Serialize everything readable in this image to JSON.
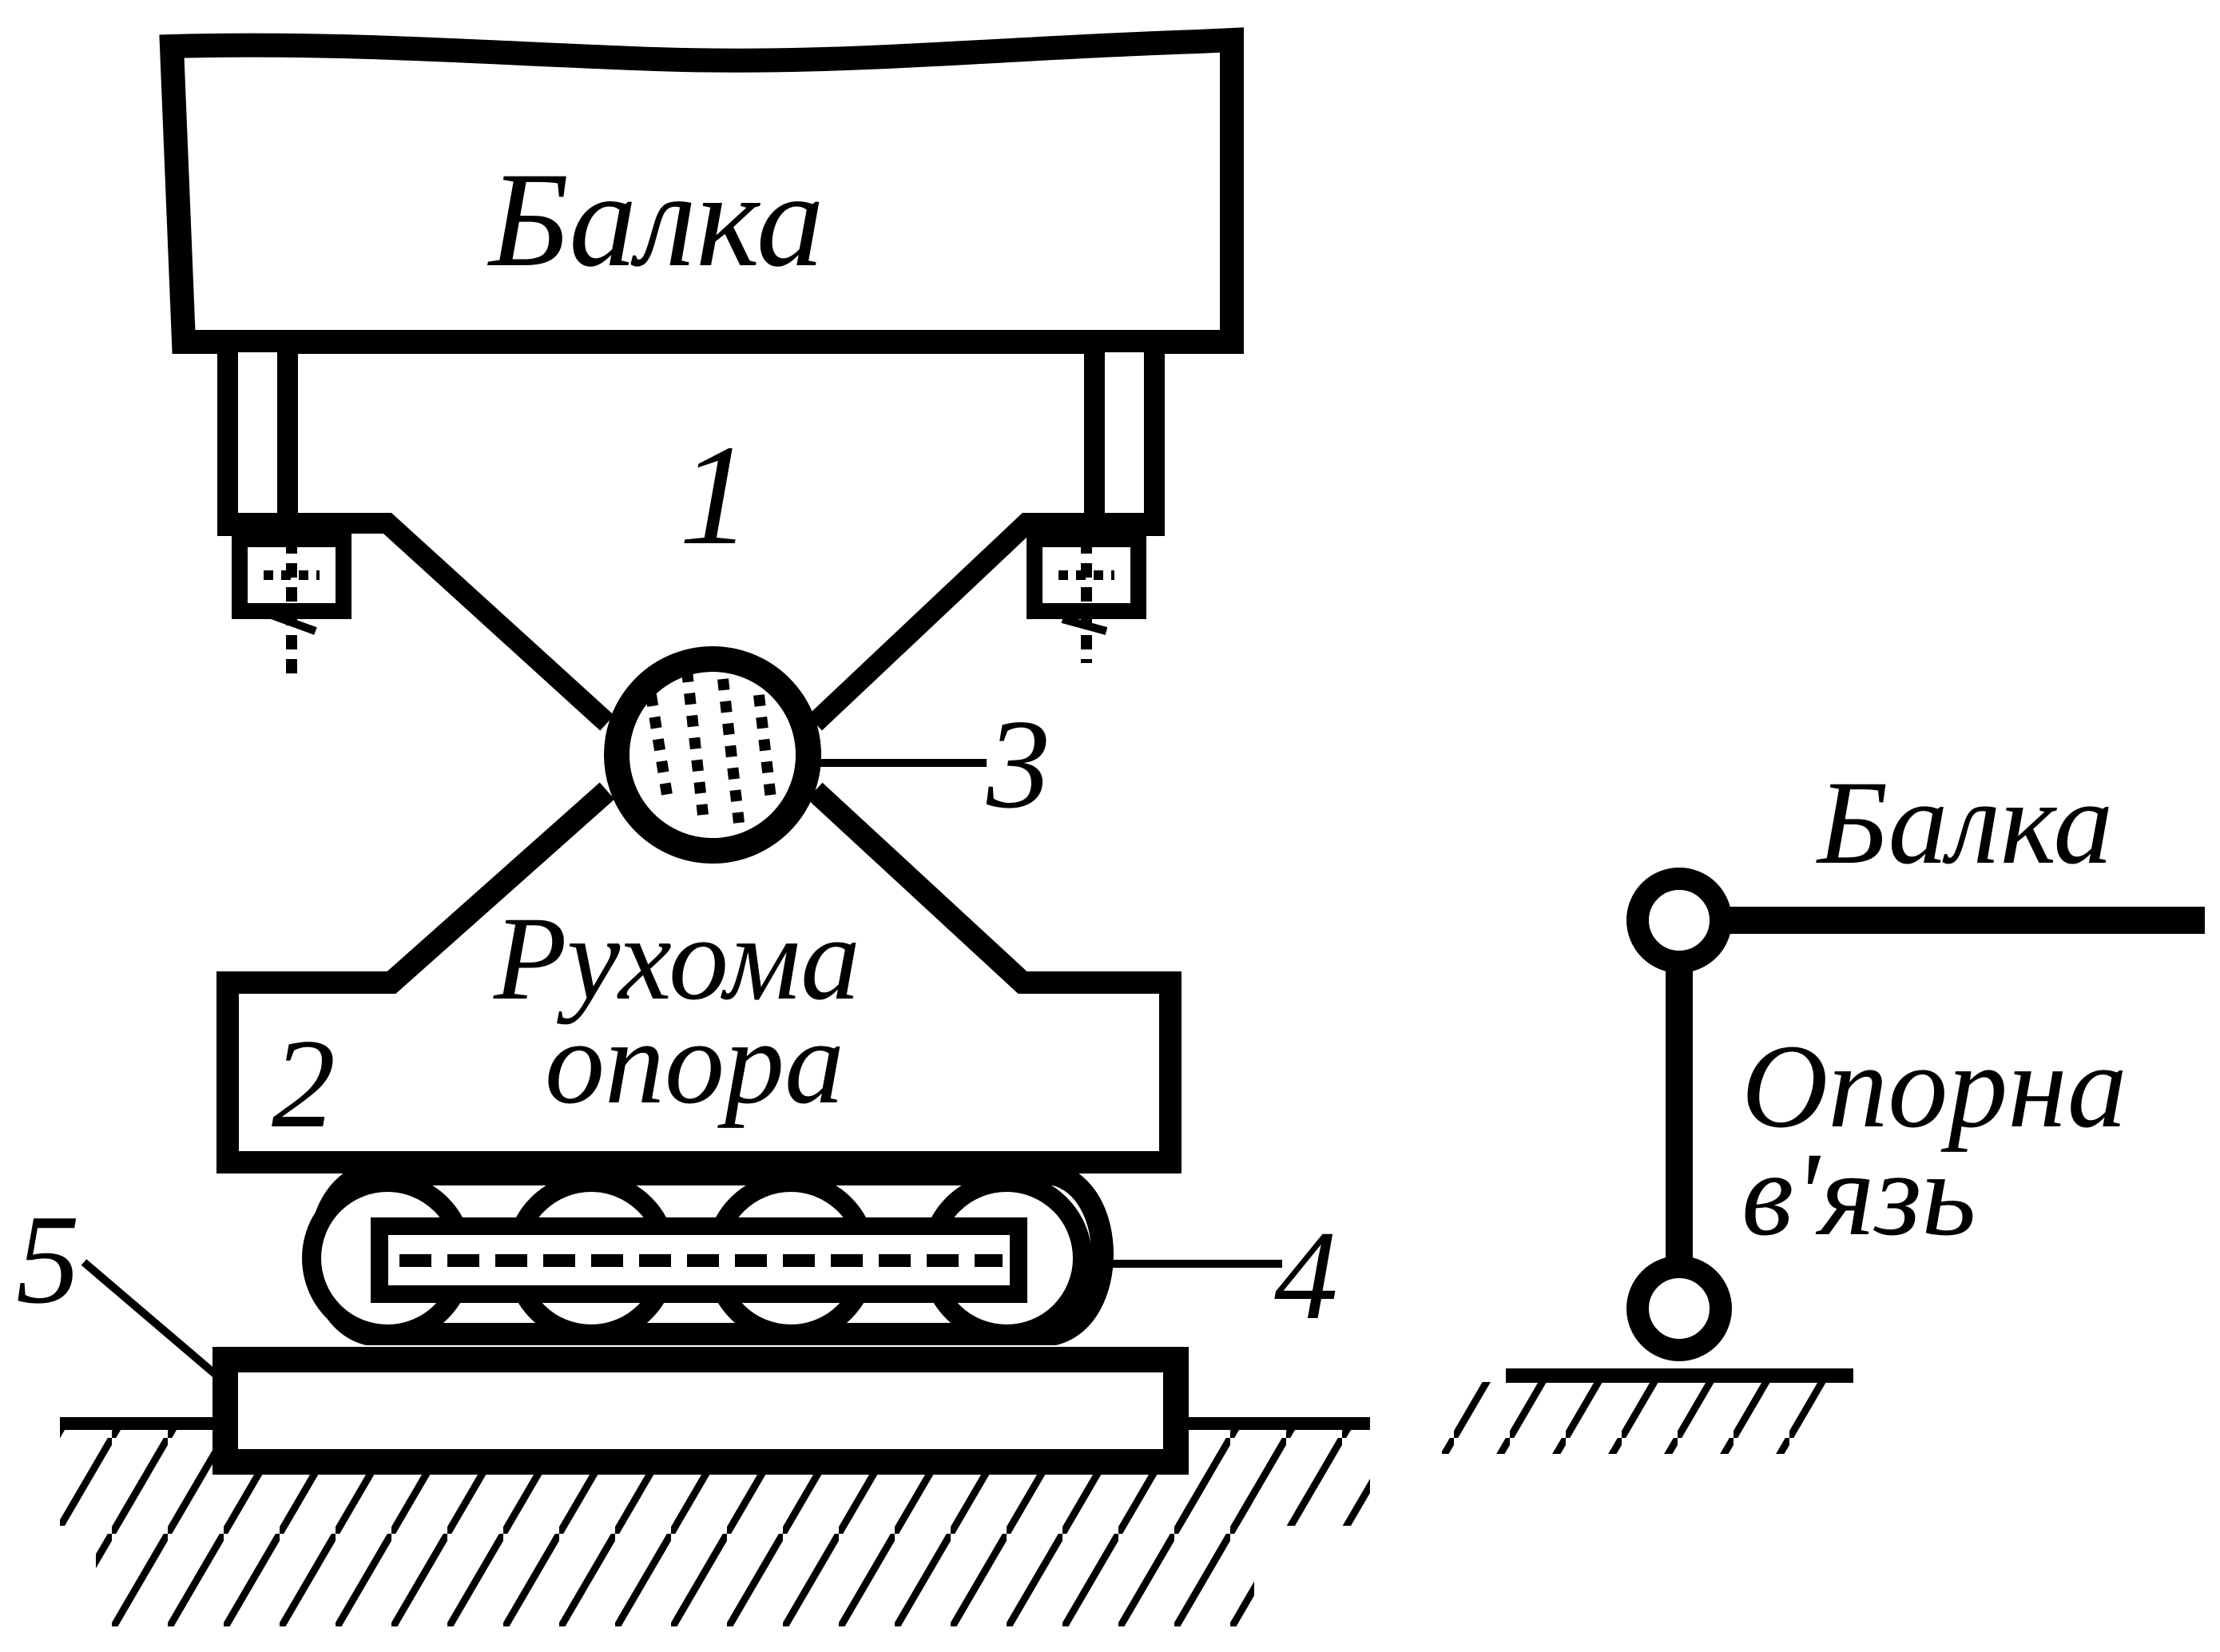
{
  "labels": {
    "beam": "Балка",
    "number_1": "1",
    "number_2": "2",
    "number_3": "3",
    "number_4": "4",
    "number_5": "5",
    "movable_support_line1": "Рухома",
    "movable_support_line2": "опора",
    "schematic_beam": "Балка",
    "support_link_line1": "Опорна",
    "support_link_line2": "в'язь"
  },
  "colors": {
    "ink": "#000000",
    "paper": "#ffffff"
  }
}
